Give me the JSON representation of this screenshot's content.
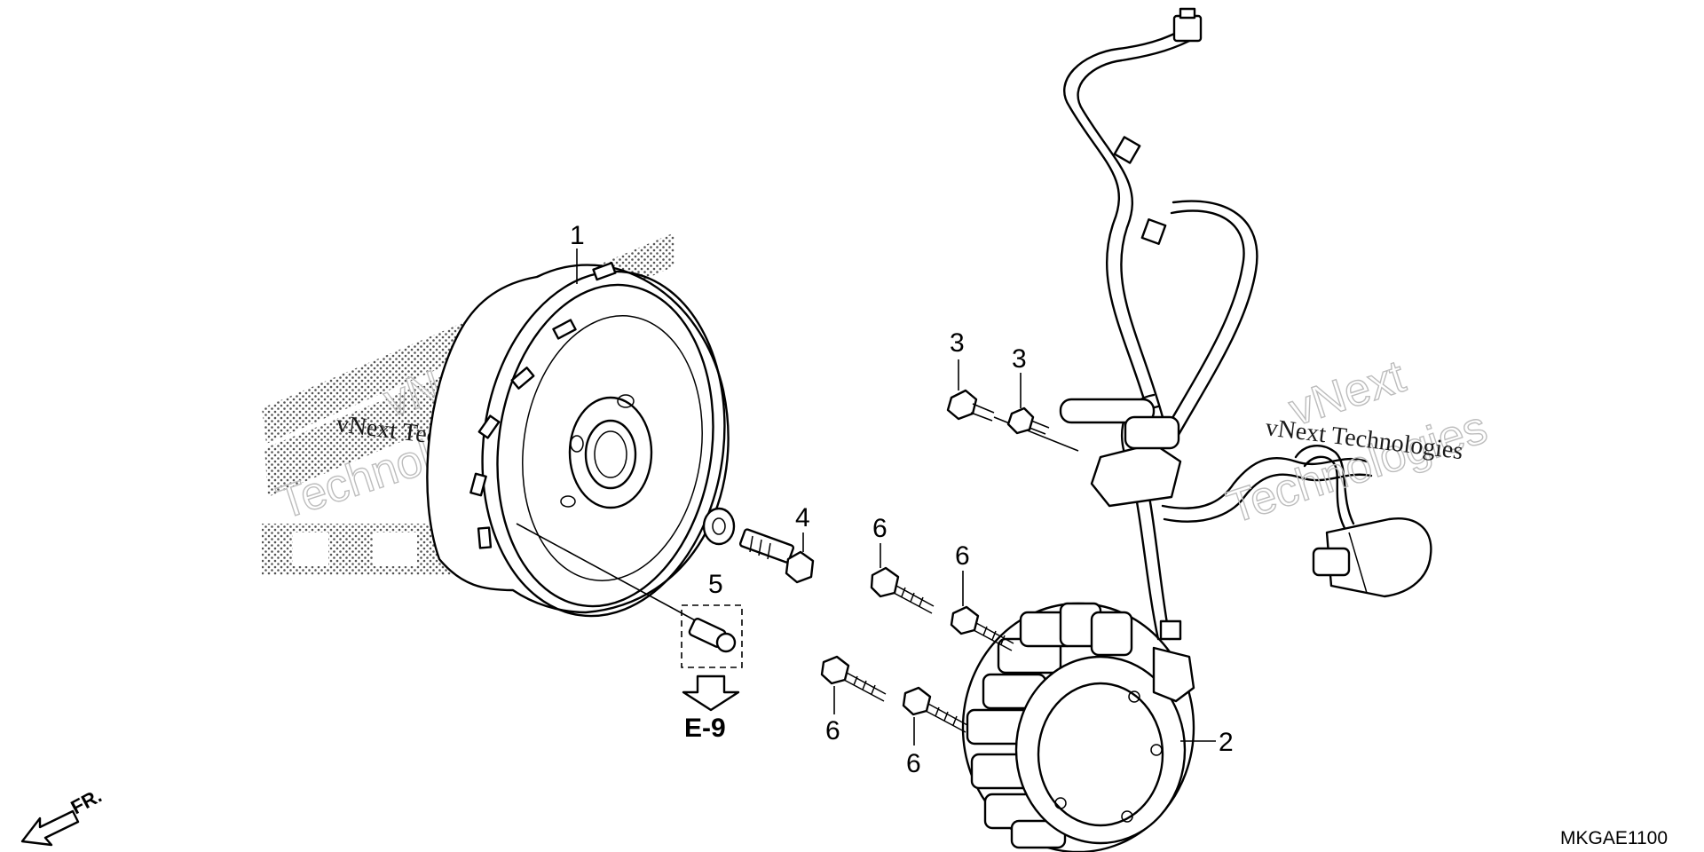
{
  "diagram": {
    "callouts": {
      "flywheel": "1",
      "stator": "2",
      "bolt_3a": "3",
      "bolt_3b": "3",
      "bolt_4": "4",
      "washer_5": "5",
      "bolt_6a": "6",
      "bolt_6b": "6",
      "bolt_6c": "6",
      "bolt_6d": "6"
    },
    "reference": "E-9",
    "diagram_code": "MKGAE1100",
    "front_marker": "FR.",
    "watermarks": [
      {
        "line1": "vNext Technologies",
        "line2": "vNext",
        "line3": "Technologies"
      },
      {
        "line1": "vNext Technologies",
        "line2": "vNext",
        "line3": "Technologies"
      }
    ]
  }
}
